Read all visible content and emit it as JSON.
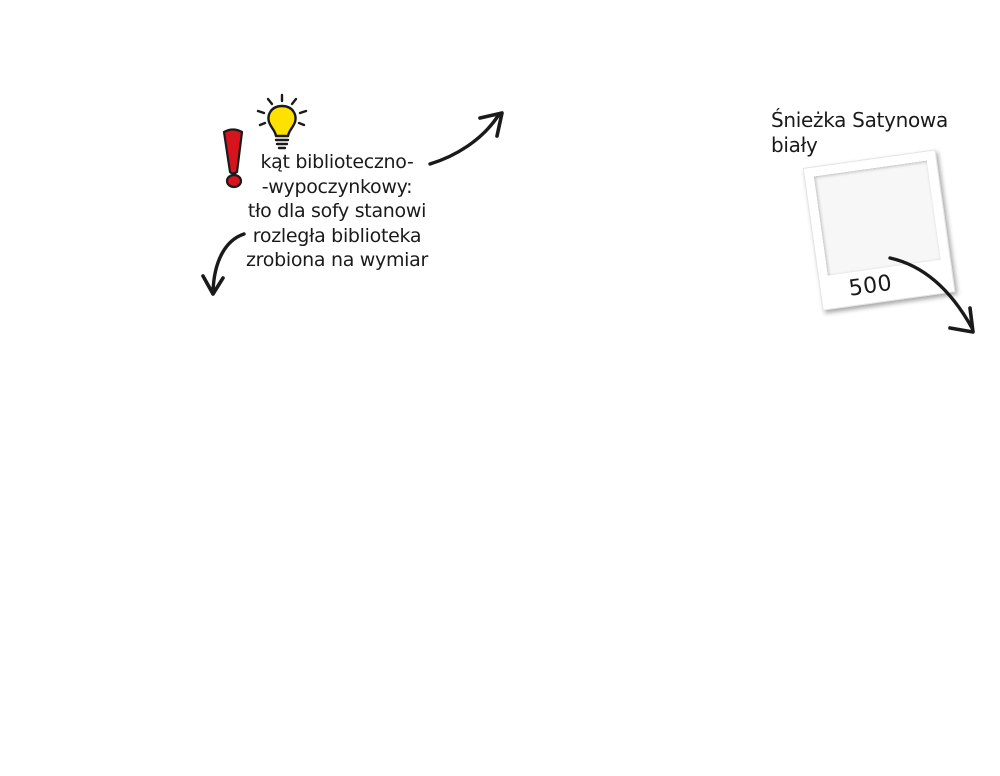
{
  "annotation": {
    "lines": [
      "kąt biblioteczno-",
      "-wypoczynkowy:",
      "tło dla sofy stanowi",
      "rozległa biblioteka",
      "zrobiona na wymiar"
    ],
    "icons": [
      "exclamation-icon",
      "lightbulb-icon"
    ]
  },
  "swatch": {
    "label_lines": [
      "Śnieżka Satynowa",
      "biały"
    ],
    "code": "500",
    "color": "#f7f7f7"
  },
  "colors": {
    "exclamation": "#d7141e",
    "bulb": "#ffe100",
    "ink": "#1a1a1a"
  }
}
